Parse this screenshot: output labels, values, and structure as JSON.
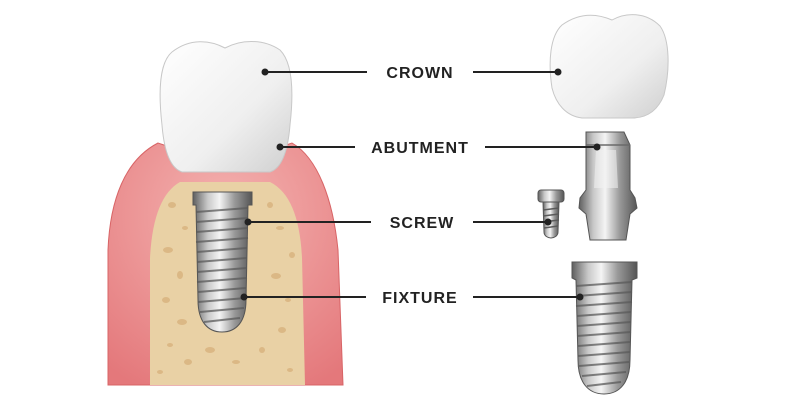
{
  "labels": {
    "crown": "CROWN",
    "abutment": "ABUTMENT",
    "screw": "SCREW",
    "fixture": "FIXTURE"
  },
  "colors": {
    "gum": "#e8888a",
    "gum_light": "#f6c4c2",
    "bone": "#e8cfa3",
    "bone_spot": "#d7b07c",
    "crown": "#f2f2f2",
    "metal_dark": "#6d6d6d",
    "metal_light": "#e6e6e6",
    "leader_line": "#222222",
    "label_text": "#222222"
  }
}
